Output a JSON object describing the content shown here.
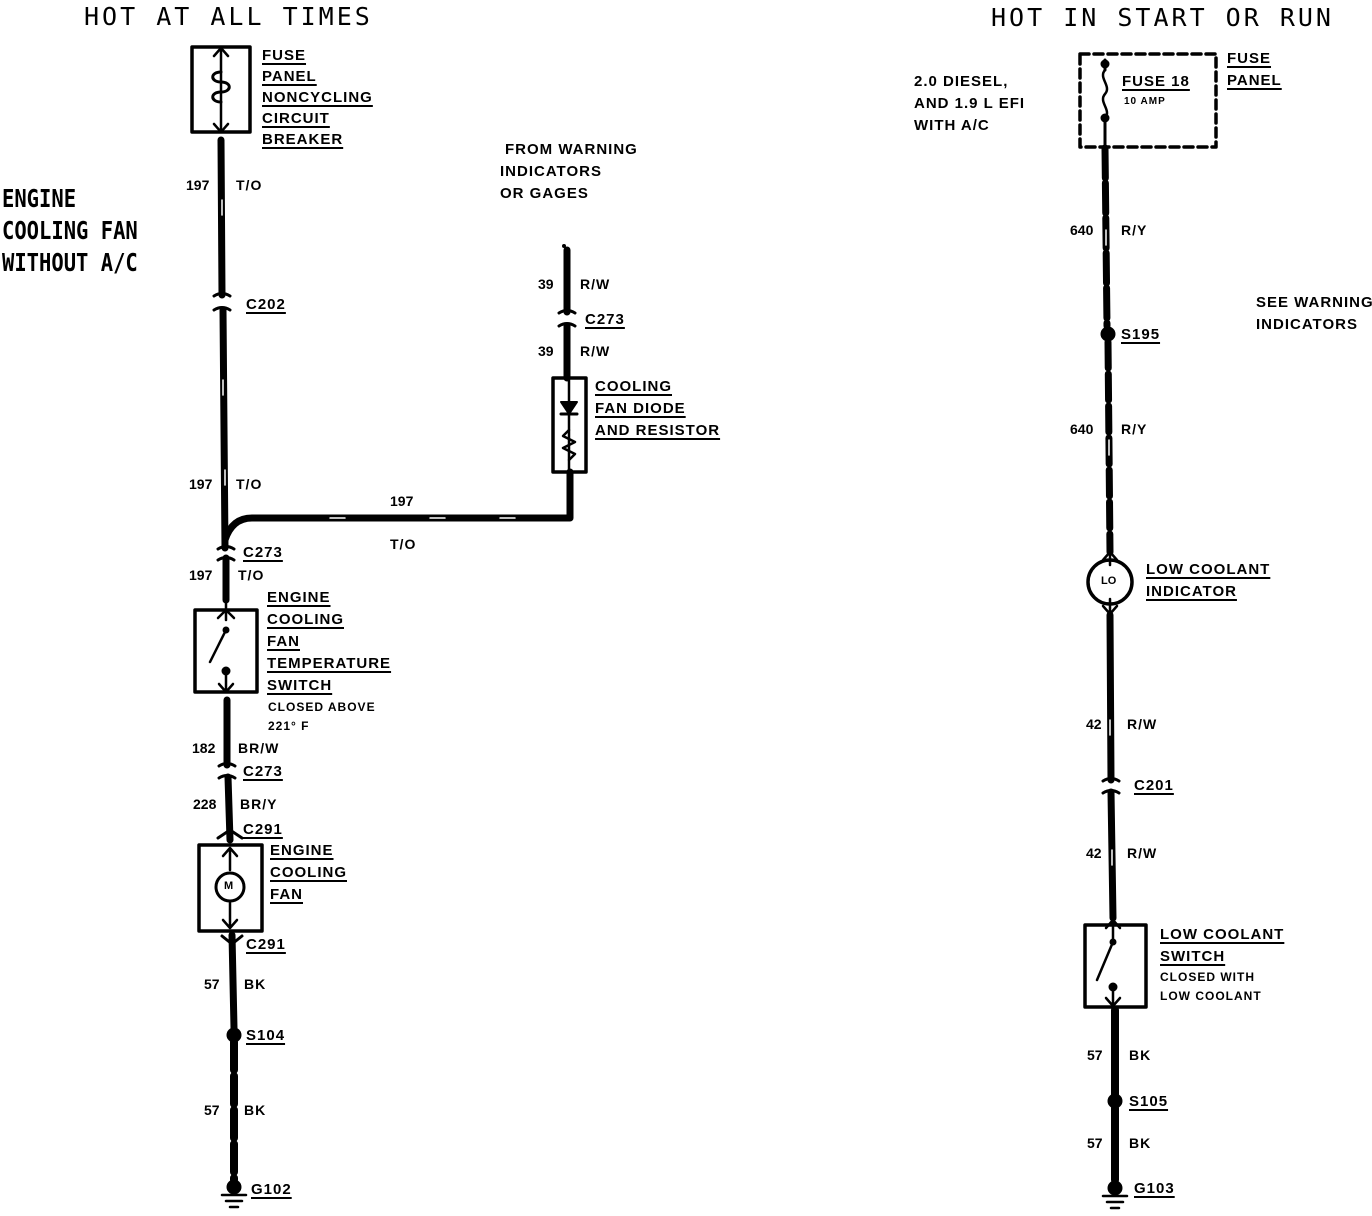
{
  "titles": {
    "left": "HOT AT ALL TIMES",
    "right": "HOT IN START OR RUN",
    "circuit": [
      "ENGINE",
      "COOLING FAN",
      "WITHOUT A/C"
    ]
  },
  "notes": {
    "from_warning": [
      "FROM WARNING",
      "INDICATORS",
      "OR GAGES"
    ],
    "diesel": [
      "2.0 DIESEL,",
      "AND 1.9 L EFI",
      "WITH A/C"
    ],
    "see_warning": [
      "SEE WARNING",
      "INDICATORS"
    ]
  },
  "components": {
    "breaker": [
      "FUSE",
      "PANEL",
      "NONCYCLING",
      "CIRCUIT",
      "BREAKER"
    ],
    "diode": [
      "COOLING",
      "FAN DIODE",
      "AND RESISTOR"
    ],
    "temp_switch": [
      "ENGINE",
      "COOLING",
      "FAN",
      "TEMPERATURE",
      "SWITCH"
    ],
    "temp_switch_note": [
      "CLOSED ABOVE",
      "221° F"
    ],
    "fan_motor": [
      "ENGINE",
      "COOLING",
      "FAN"
    ],
    "fan_motor_symbol": "M",
    "fuse": "FUSE 18",
    "fuse_rating": "10 AMP",
    "fuse_panel": [
      "FUSE",
      "PANEL"
    ],
    "indicator": [
      "LOW COOLANT",
      "INDICATOR"
    ],
    "indicator_symbol": "LO",
    "coolant_switch": [
      "LOW COOLANT",
      "SWITCH"
    ],
    "coolant_switch_note": [
      "CLOSED WITH",
      "LOW COOLANT"
    ]
  },
  "connectors": {
    "c202": "C202",
    "c273_diode": "C273",
    "c273_junction": "C273",
    "c273_lower": "C273",
    "c291_top": "C291",
    "c291_bottom": "C291",
    "s104": "S104",
    "g102": "G102",
    "s195": "S195",
    "c201": "C201",
    "s105": "S105",
    "g103": "G103"
  },
  "wires": {
    "w197_a": {
      "num": "197",
      "color": "T/O"
    },
    "w197_b": {
      "num": "197",
      "color": "T/O"
    },
    "w197_h": {
      "num": "197",
      "color": "T/O"
    },
    "w197_c": {
      "num": "197",
      "color": "T/O"
    },
    "w182": {
      "num": "182",
      "color": "BR/W"
    },
    "w228": {
      "num": "228",
      "color": "BR/Y"
    },
    "w57_a": {
      "num": "57",
      "color": "BK"
    },
    "w57_b": {
      "num": "57",
      "color": "BK"
    },
    "w39_a": {
      "num": "39",
      "color": "R/W"
    },
    "w39_b": {
      "num": "39",
      "color": "R/W"
    },
    "w640_a": {
      "num": "640",
      "color": "R/Y"
    },
    "w640_b": {
      "num": "640",
      "color": "R/Y"
    },
    "w42_a": {
      "num": "42",
      "color": "R/W"
    },
    "w42_b": {
      "num": "42",
      "color": "R/W"
    },
    "w57_c": {
      "num": "57",
      "color": "BK"
    },
    "w57_d": {
      "num": "57",
      "color": "BK"
    }
  }
}
